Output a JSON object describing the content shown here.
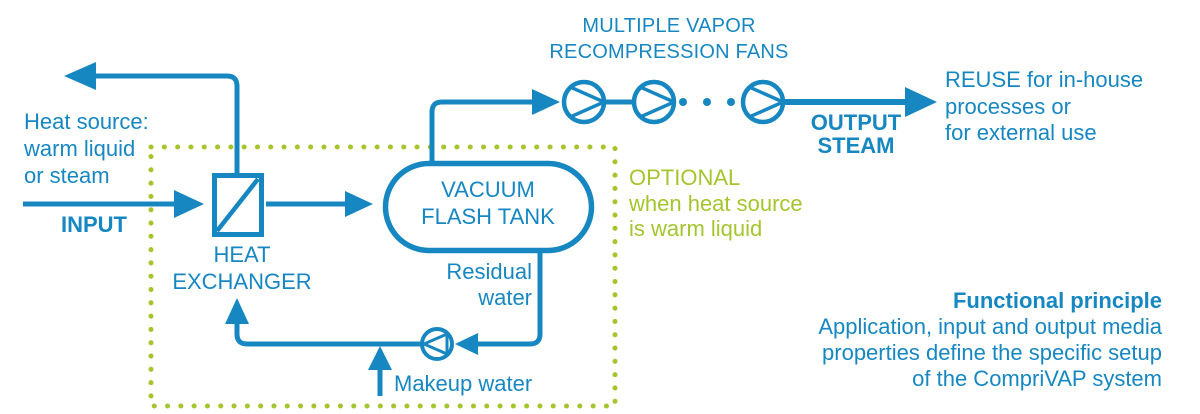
{
  "colors": {
    "line_blue": "#1787c2",
    "accent_green": "#a5c52f",
    "background": "#ffffff"
  },
  "diagram": {
    "fans_title": {
      "line1": "MULTIPLE VAPOR",
      "line2": "RECOMPRESSION FANS"
    },
    "heat_source": {
      "line1": "Heat source:",
      "line2": "warm liquid",
      "line3": "or steam"
    },
    "input_label": "INPUT",
    "heat_exchanger": {
      "line1": "HEAT",
      "line2": "EXCHANGER"
    },
    "tank": {
      "line1": "VACUUM",
      "line2": "FLASH TANK"
    },
    "optional_note": {
      "line1": "OPTIONAL",
      "line2": "when heat source",
      "line3": "is warm liquid"
    },
    "residual_water": {
      "line1": "Residual",
      "line2": "water"
    },
    "makeup_water": "Makeup water",
    "output_steam": {
      "line1": "OUTPUT",
      "line2": "STEAM"
    },
    "reuse": {
      "line1": "REUSE for in-house",
      "line2": "processes or",
      "line3": "for external use"
    },
    "principle": {
      "title": "Functional principle",
      "line1": "Application, input and output media",
      "line2": "properties define the specific setup",
      "line3": "of the CompriVAP system"
    }
  }
}
